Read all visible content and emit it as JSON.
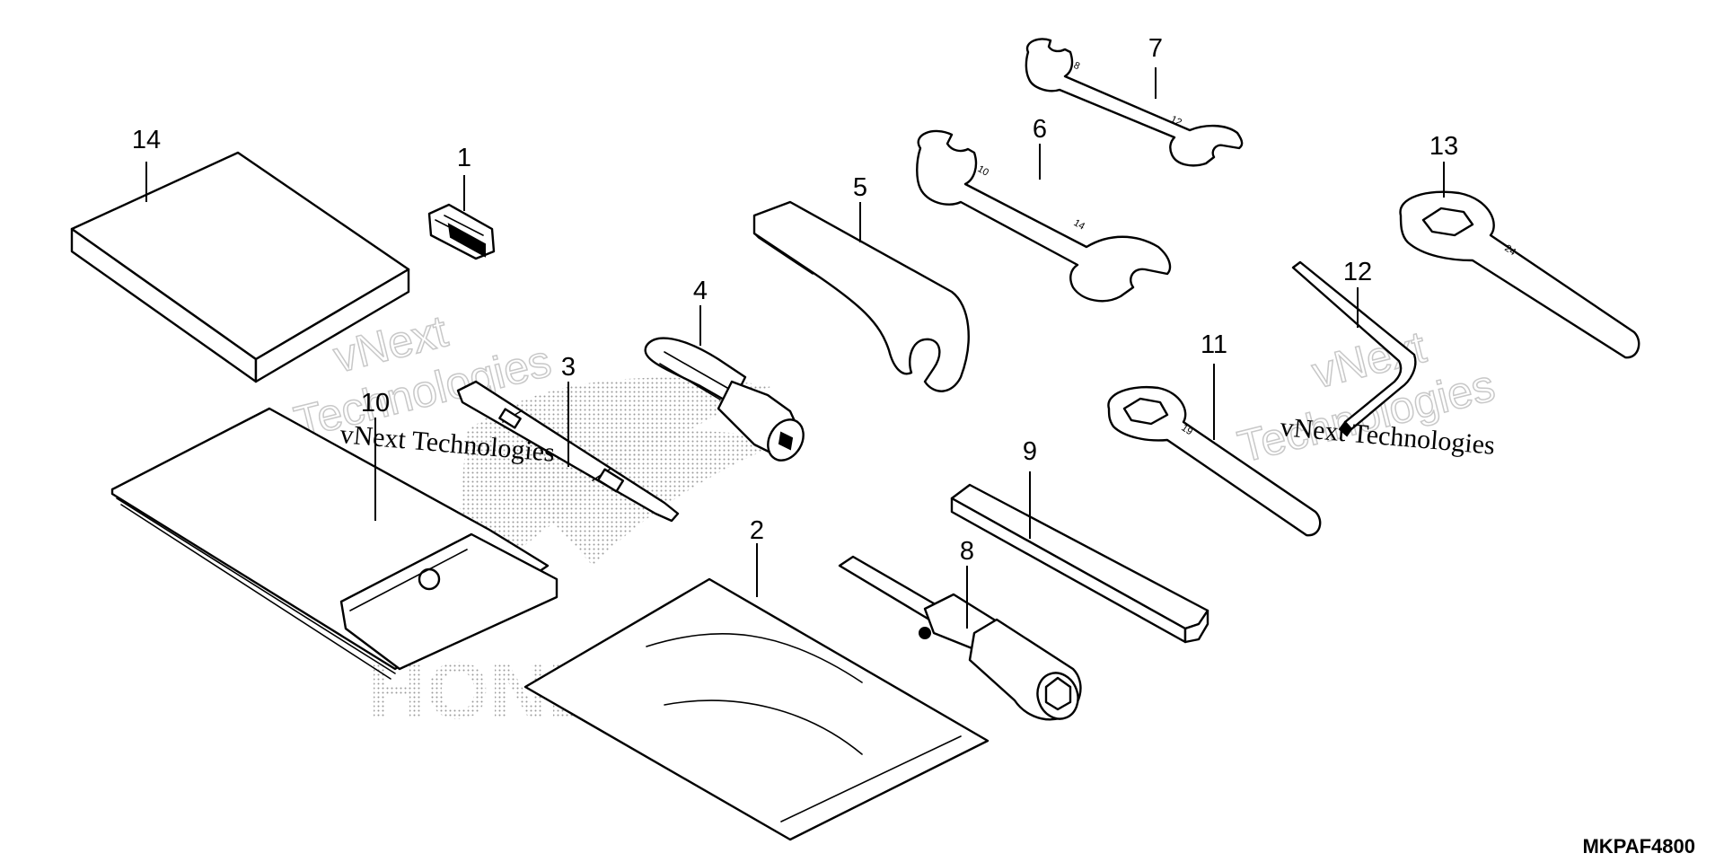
{
  "diagram": {
    "callouts": [
      {
        "id": "1",
        "label": "1"
      },
      {
        "id": "2",
        "label": "2"
      },
      {
        "id": "3",
        "label": "3"
      },
      {
        "id": "4",
        "label": "4"
      },
      {
        "id": "5",
        "label": "5"
      },
      {
        "id": "6",
        "label": "6"
      },
      {
        "id": "7",
        "label": "7"
      },
      {
        "id": "8",
        "label": "8"
      },
      {
        "id": "9",
        "label": "9"
      },
      {
        "id": "10",
        "label": "10"
      },
      {
        "id": "11",
        "label": "11"
      },
      {
        "id": "12",
        "label": "12"
      },
      {
        "id": "13",
        "label": "13"
      },
      {
        "id": "14",
        "label": "14"
      }
    ],
    "wrench_sizes": {
      "w6_left": "10",
      "w6_right": "14",
      "w7_left": "8",
      "w7_right": "12",
      "w11": "19",
      "w13": "24"
    },
    "code": "MKPAF4800",
    "watermark": {
      "text_a": "vNext Technologies",
      "text_b": "vNext Technologies",
      "outline_top": "vNext",
      "outline_bottom": "Technologies",
      "brand": "HONDA"
    }
  }
}
